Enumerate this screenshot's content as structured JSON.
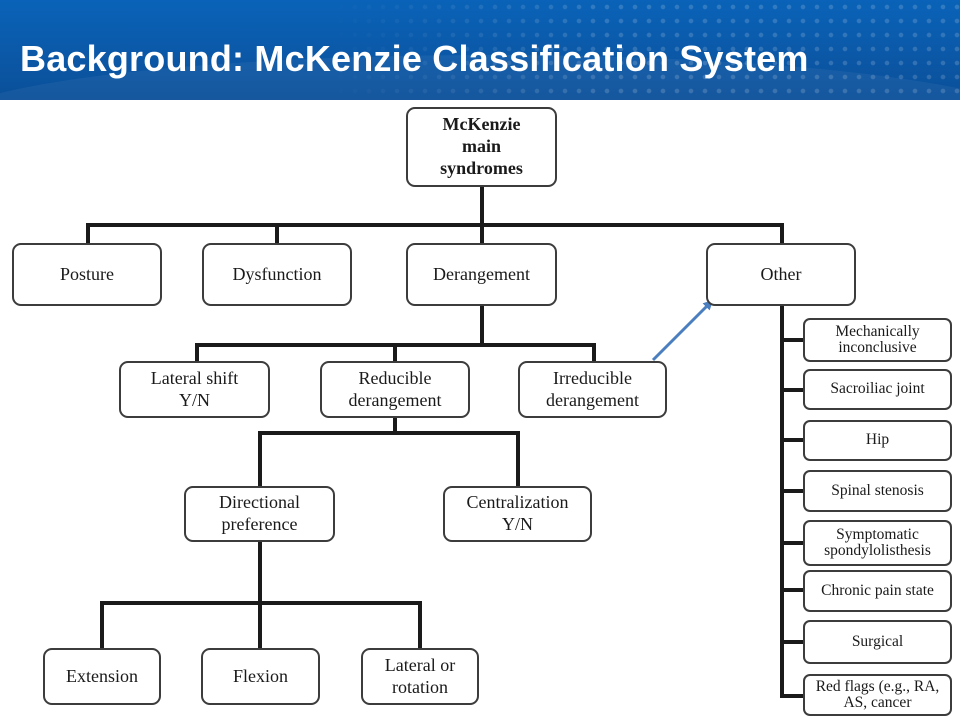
{
  "slide": {
    "title": "Background: McKenzie Classification System"
  },
  "diagram": {
    "root": "McKenzie\nmain\nsyndromes",
    "level1": {
      "posture": "Posture",
      "dysfunction": "Dysfunction",
      "derangement": "Derangement",
      "other": "Other"
    },
    "derangement_children": {
      "lateral_shift": "Lateral shift\nY/N",
      "reducible": "Reducible\nderangement",
      "irreducible": "Irreducible\nderangement"
    },
    "reducible_children": {
      "directional_preference": "Directional\npreference",
      "centralization": "Centralization\nY/N"
    },
    "directional_children": {
      "extension": "Extension",
      "flexion": "Flexion",
      "lateral_rotation": "Lateral or\nrotation"
    },
    "other_children": [
      "Mechanically\ninconclusive",
      "Sacroiliac joint",
      "Hip",
      "Spinal stenosis",
      "Symptomatic\nspondylolisthesis",
      "Chronic pain state",
      "Surgical",
      "Red flags (e.g., RA,\nAS, cancer"
    ],
    "arrow_color": "#4a7ebf",
    "line_color": "#1a1a1a"
  }
}
